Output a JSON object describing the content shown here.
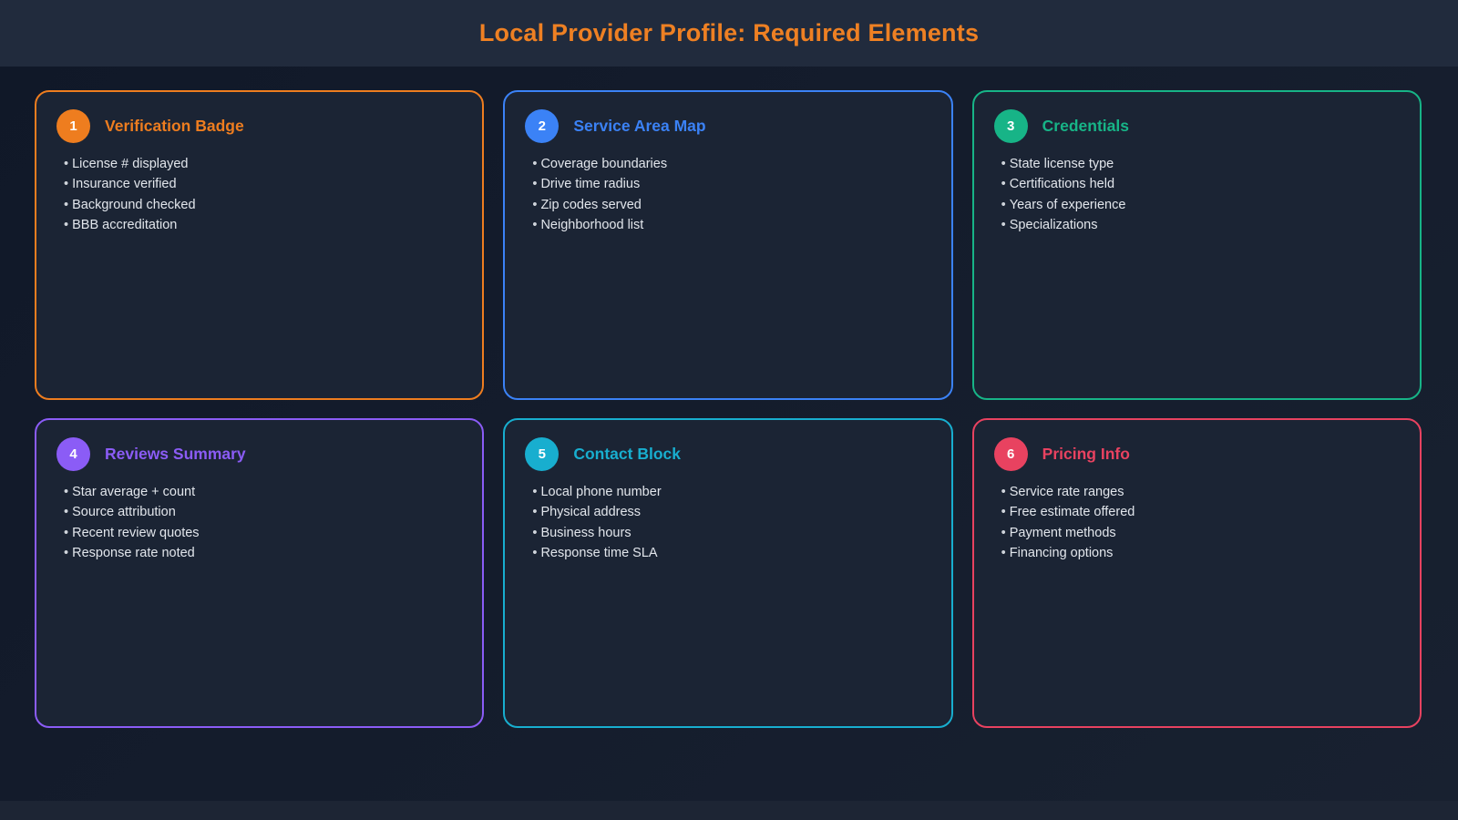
{
  "header": {
    "title": "Local Provider Profile: Required Elements",
    "title_color": "#ee8023",
    "background": "#212b3d"
  },
  "cards": [
    {
      "number": "1",
      "title": "Verification Badge",
      "accent": "#ee7d1f",
      "items": [
        "License # displayed",
        "Insurance verified",
        "Background checked",
        "BBB accreditation"
      ]
    },
    {
      "number": "2",
      "title": "Service Area Map",
      "accent": "#3b82f6",
      "items": [
        "Coverage boundaries",
        "Drive time radius",
        "Zip codes served",
        "Neighborhood list"
      ]
    },
    {
      "number": "3",
      "title": "Credentials",
      "accent": "#17b487",
      "items": [
        "State license type",
        "Certifications held",
        "Years of experience",
        "Specializations"
      ]
    },
    {
      "number": "4",
      "title": "Reviews Summary",
      "accent": "#8b5cf6",
      "items": [
        "Star average + count",
        "Source attribution",
        "Recent review quotes",
        "Response rate noted"
      ]
    },
    {
      "number": "5",
      "title": "Contact Block",
      "accent": "#18aecf",
      "items": [
        "Local phone number",
        "Physical address",
        "Business hours",
        "Response time SLA"
      ]
    },
    {
      "number": "6",
      "title": "Pricing Info",
      "accent": "#e84260",
      "items": [
        "Service rate ranges",
        "Free estimate offered",
        "Payment methods",
        "Financing options"
      ]
    }
  ]
}
